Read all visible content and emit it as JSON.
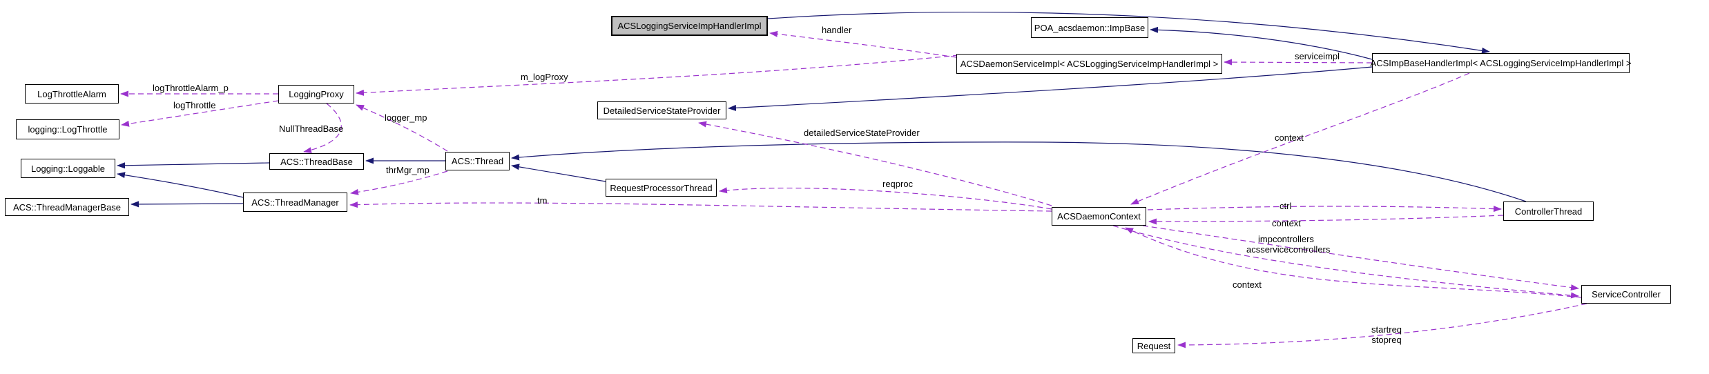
{
  "diagram": {
    "type": "collaboration-graph",
    "colors": {
      "inheritance_edge": "#191970",
      "usage_edge": "#9a32cd",
      "highlight_node_bg": "#bfbfbf",
      "node_bg": "#ffffff",
      "node_border": "#000000",
      "background": "#ffffff"
    },
    "nodes": {
      "acs_logging_service_imp_handler_impl": {
        "label": "ACSLoggingServiceImpHandlerImpl",
        "highlighted": true
      },
      "poa_acsdaemon_impbase": {
        "label": "POA_acsdaemon::ImpBase"
      },
      "acs_daemon_service_impl": {
        "label": "ACSDaemonServiceImpl< ACSLoggingServiceImpHandlerImpl >"
      },
      "acs_imp_base_handler_impl": {
        "label": "ACSImpBaseHandlerImpl< ACSLoggingServiceImpHandlerImpl >"
      },
      "log_throttle_alarm": {
        "label": "LogThrottleAlarm"
      },
      "logging_proxy": {
        "label": "LoggingProxy"
      },
      "logging_log_throttle": {
        "label": "logging::LogThrottle"
      },
      "detailed_service_state_provider": {
        "label": "DetailedServiceStateProvider"
      },
      "logging_loggable": {
        "label": "Logging::Loggable"
      },
      "acs_thread_base": {
        "label": "ACS::ThreadBase"
      },
      "acs_thread": {
        "label": "ACS::Thread"
      },
      "request_processor_thread": {
        "label": "RequestProcessorThread"
      },
      "acs_thread_manager_base": {
        "label": "ACS::ThreadManagerBase"
      },
      "acs_thread_manager": {
        "label": "ACS::ThreadManager"
      },
      "acs_daemon_context": {
        "label": "ACSDaemonContext"
      },
      "controller_thread": {
        "label": "ControllerThread"
      },
      "service_controller": {
        "label": "ServiceController"
      },
      "request": {
        "label": "Request"
      }
    },
    "edge_labels": {
      "handler": "handler",
      "serviceimpl": "serviceimpl",
      "m_log_proxy": "m_logProxy",
      "log_throttle_alarm_p": "logThrottleAlarm_p",
      "log_throttle": "logThrottle",
      "null_thread_base": "NullThreadBase",
      "logger_mp": "logger_mp",
      "detailed_service_state_provider": "detailedServiceStateProvider",
      "thr_mgr_mp": "thrMgr_mp",
      "tm": "tm",
      "reqproc": "reqproc",
      "context_upper": "context",
      "ctrl": "ctrl",
      "context_mid": "context",
      "impcontrollers": "impcontrollers",
      "acsservicecontrollers": "acsservicecontrollers",
      "context_lower": "context",
      "startreq": "startreq",
      "stopreq": "stopreq"
    }
  }
}
